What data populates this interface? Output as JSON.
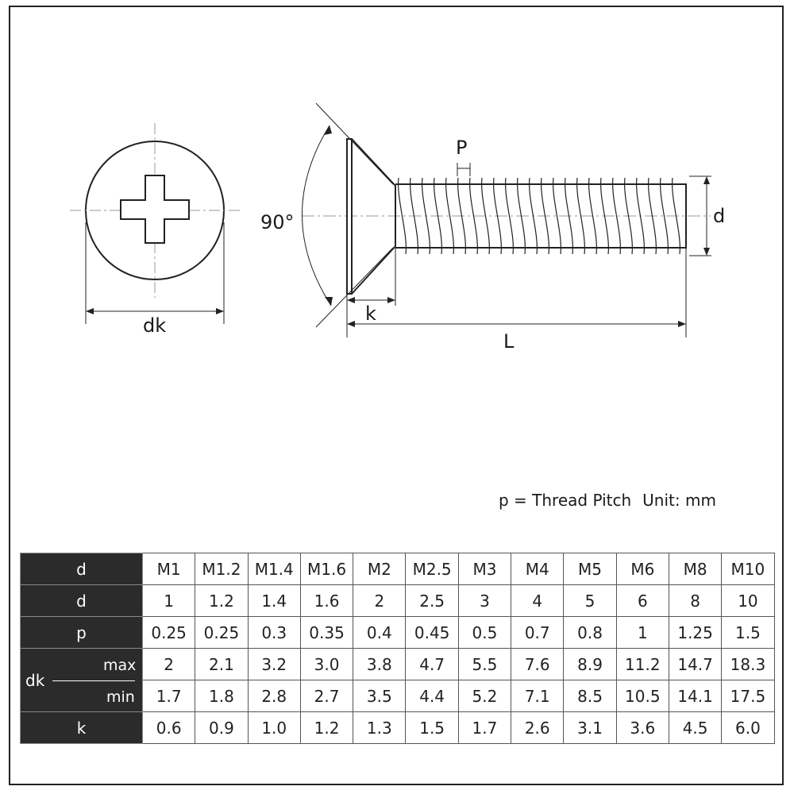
{
  "diagram": {
    "labels": {
      "dk": "dk",
      "angle": "90°",
      "p": "P",
      "d": "d",
      "k": "k",
      "L": "L"
    }
  },
  "legend": {
    "pitch": "p = Thread Pitch",
    "unit": "Unit: mm"
  },
  "table": {
    "sizes": [
      "M1",
      "M1.2",
      "M1.4",
      "M1.6",
      "M2",
      "M2.5",
      "M3",
      "M4",
      "M5",
      "M6",
      "M8",
      "M10"
    ],
    "rows": [
      {
        "label": "d",
        "values": [
          "1",
          "1.2",
          "1.4",
          "1.6",
          "2",
          "2.5",
          "3",
          "4",
          "5",
          "6",
          "8",
          "10"
        ]
      },
      {
        "label": "p",
        "values": [
          "0.25",
          "0.25",
          "0.3",
          "0.35",
          "0.4",
          "0.45",
          "0.5",
          "0.7",
          "0.8",
          "1",
          "1.25",
          "1.5"
        ]
      },
      {
        "label": "dk",
        "sublabel": "max",
        "values": [
          "2",
          "2.1",
          "3.2",
          "3.0",
          "3.8",
          "4.7",
          "5.5",
          "7.6",
          "8.9",
          "11.2",
          "14.7",
          "18.3"
        ]
      },
      {
        "sublabel": "min",
        "values": [
          "1.7",
          "1.8",
          "2.8",
          "2.7",
          "3.5",
          "4.4",
          "5.2",
          "7.1",
          "8.5",
          "10.5",
          "14.1",
          "17.5"
        ]
      },
      {
        "label": "k",
        "values": [
          "0.6",
          "0.9",
          "1.0",
          "1.2",
          "1.3",
          "1.5",
          "1.7",
          "2.6",
          "3.1",
          "3.6",
          "4.5",
          "6.0"
        ]
      }
    ],
    "header_label": "d",
    "colors": {
      "header_bg": "#2b2b2b",
      "header_text": "#ffffff",
      "border": "#555555"
    }
  }
}
